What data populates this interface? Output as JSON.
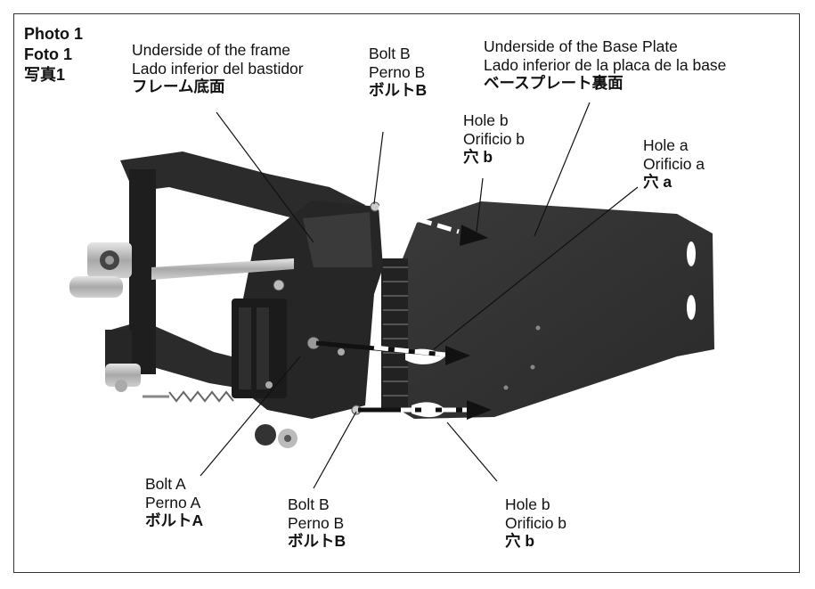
{
  "photo_caption": {
    "en": "Photo 1",
    "es": "Foto 1",
    "jp": "写真1"
  },
  "labels": {
    "frame_underside": {
      "en": "Underside of the frame",
      "es": "Lado inferior del bastidor",
      "jp": "フレーム底面"
    },
    "bolt_b_top": {
      "en": "Bolt B",
      "es": "Perno B",
      "jp": "ボルトB"
    },
    "base_plate_underside": {
      "en": "Underside of the Base Plate",
      "es": "Lado inferior de la placa de la base",
      "jp": "ベースプレート裏面"
    },
    "hole_b_top": {
      "en": "Hole b",
      "es": "Orificio b",
      "jp": "穴 b"
    },
    "hole_a": {
      "en": "Hole a",
      "es": "Orificio a",
      "jp": "穴 a"
    },
    "bolt_a": {
      "en": "Bolt A",
      "es": "Perno A",
      "jp": "ボルトA"
    },
    "bolt_b_bottom": {
      "en": "Bolt B",
      "es": "Perno B",
      "jp": "ボルトB"
    },
    "hole_b_bottom": {
      "en": "Hole b",
      "es": "Orificio b",
      "jp": "穴 b"
    }
  },
  "colors": {
    "frame_border": "#333333",
    "part_dark": "#2b2b2b",
    "metal": "#b5b5b5"
  }
}
